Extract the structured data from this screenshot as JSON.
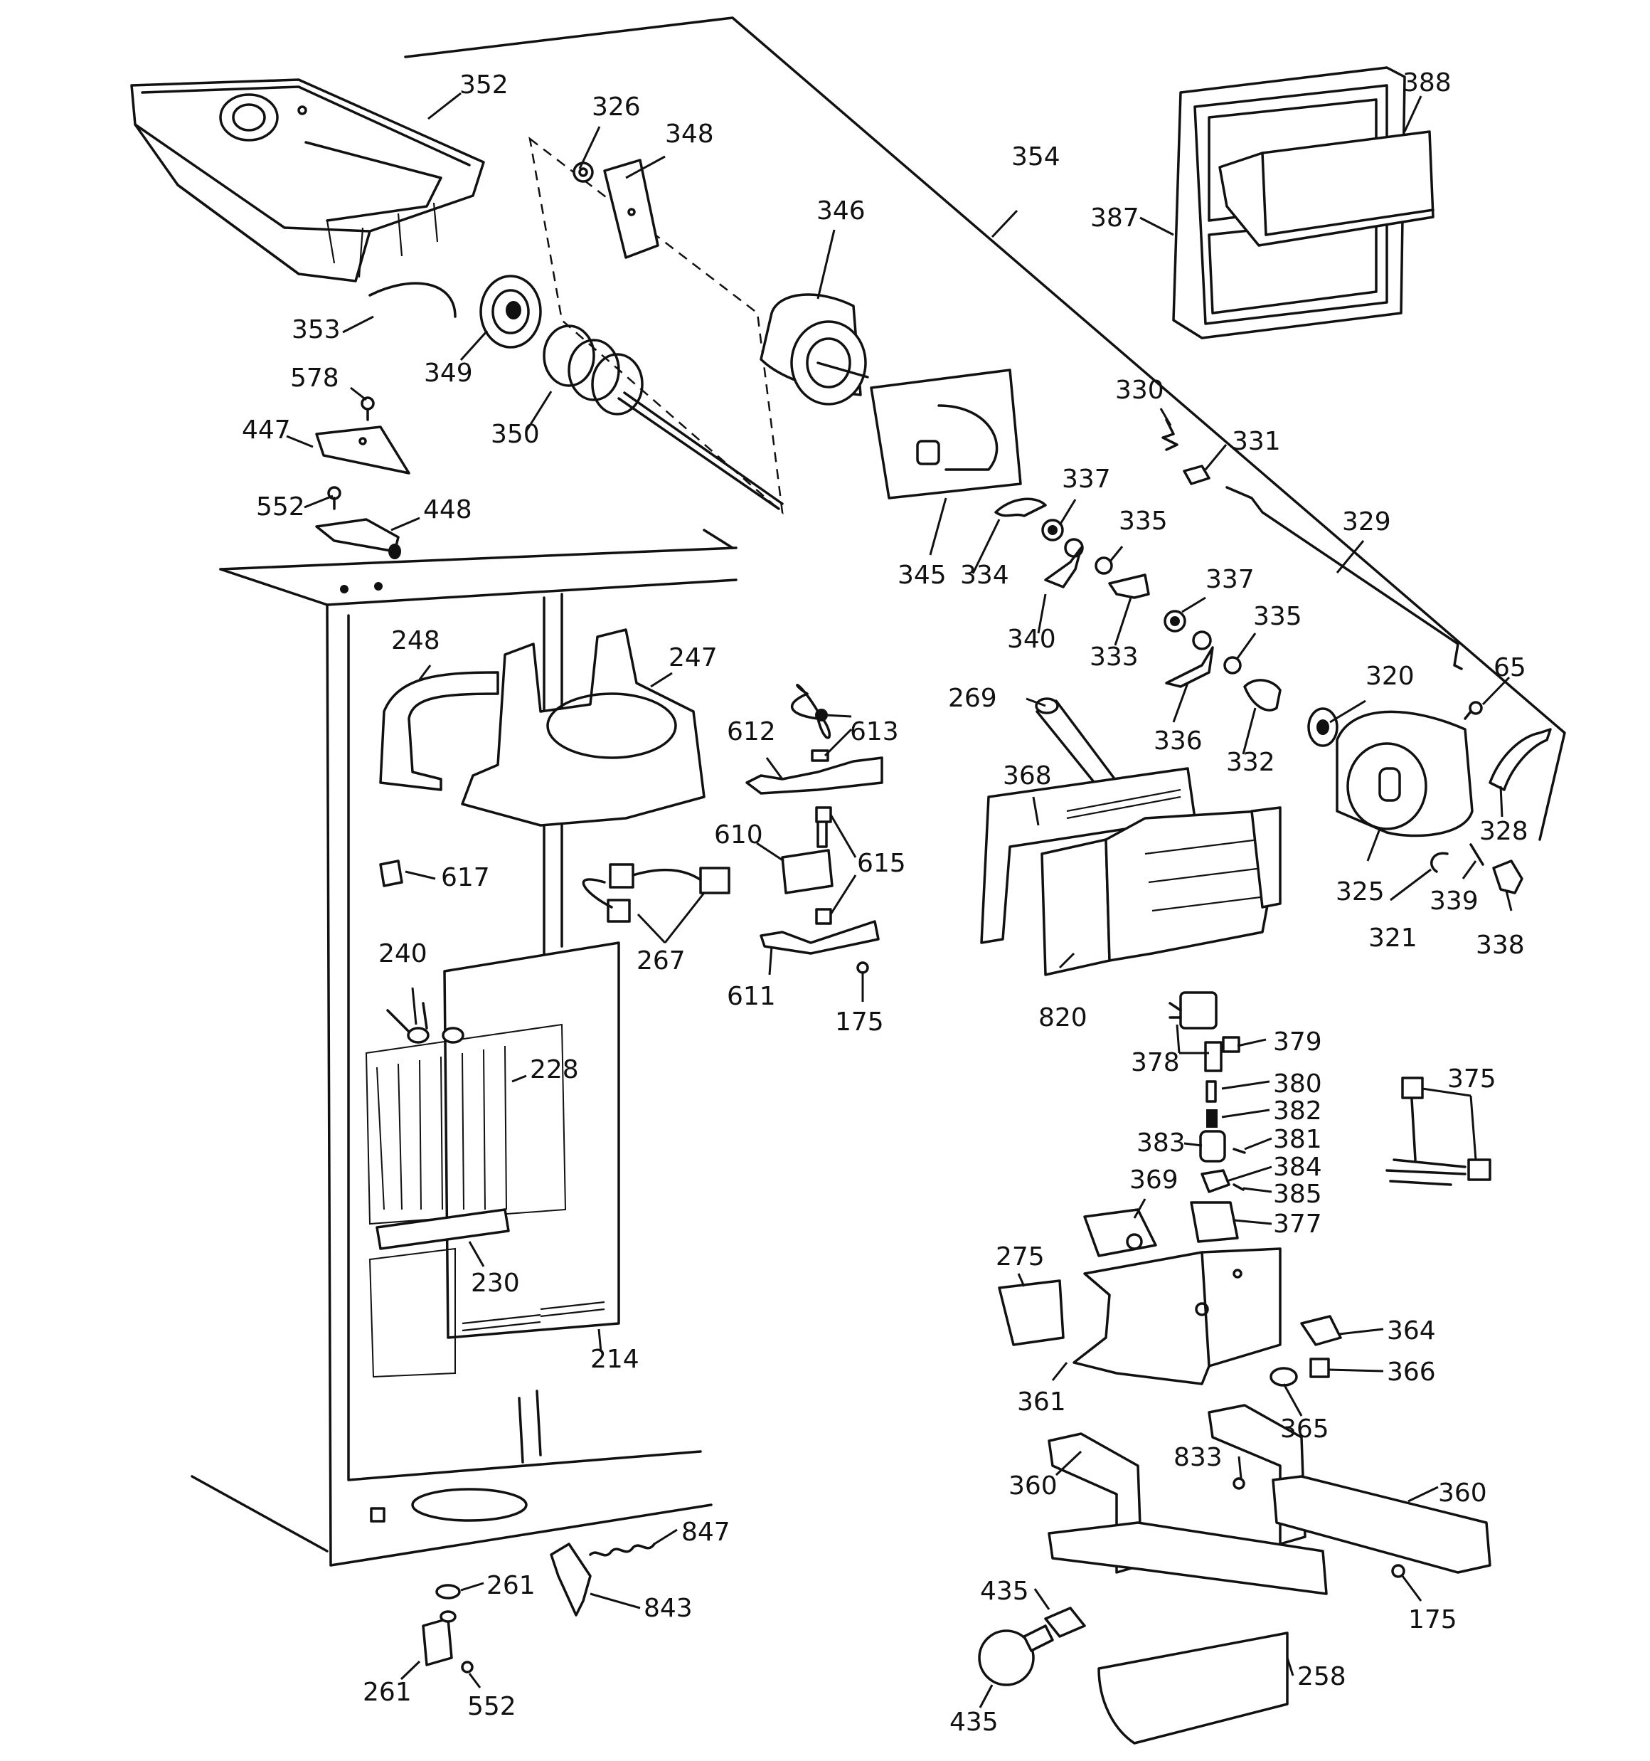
{
  "diagram": {
    "callouts": {
      "c352": "352",
      "c326": "326",
      "c348": "348",
      "c346": "346",
      "c354": "354",
      "c388": "388",
      "c387": "387",
      "c353": "353",
      "c349": "349",
      "c350": "350",
      "c578": "578",
      "c447": "447",
      "c552a": "552",
      "c448": "448",
      "c330": "330",
      "c331": "331",
      "c345": "345",
      "c337a": "337",
      "c334": "334",
      "c335a": "335",
      "c329": "329",
      "c340": "340",
      "c333": "333",
      "c337b": "337",
      "c335b": "335",
      "c336": "336",
      "c332": "332",
      "c320": "320",
      "c65": "65",
      "c328": "328",
      "c325": "325",
      "c321": "321",
      "c339": "339",
      "c338": "338",
      "c248": "248",
      "c247": "247",
      "c612": "612",
      "c613": "613",
      "c269": "269",
      "c368": "368",
      "c610": "610",
      "c615": "615",
      "c617": "617",
      "c267": "267",
      "c611": "611",
      "c175a": "175",
      "c820": "820",
      "c240": "240",
      "c228": "228",
      "c378": "378",
      "c379": "379",
      "c380": "380",
      "c382": "382",
      "c375": "375",
      "c383": "383",
      "c381": "381",
      "c384": "384",
      "c385": "385",
      "c369": "369",
      "c377": "377",
      "c230": "230",
      "c275": "275",
      "c214": "214",
      "c364": "364",
      "c361": "361",
      "c366": "366",
      "c365": "365",
      "c833": "833",
      "c360a": "360",
      "c360b": "360",
      "c847": "847",
      "c261a": "261",
      "c843": "843",
      "c435a": "435",
      "c175b": "175",
      "c261b": "261",
      "c552b": "552",
      "c258": "258",
      "c435b": "435"
    }
  }
}
